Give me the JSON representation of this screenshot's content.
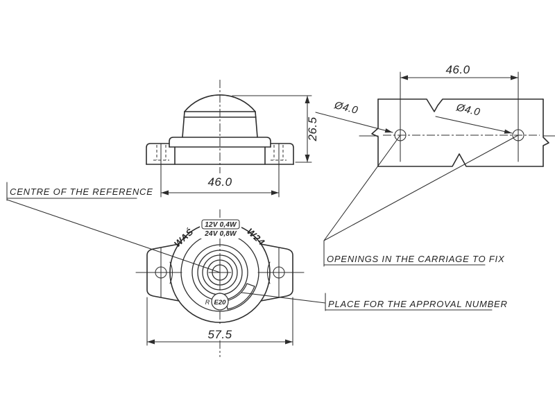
{
  "labels": {
    "centre_of_reference": "CENTRE OF THE REFERENCE",
    "openings": "OPENINGS IN THE CARRIAGE TO FIX",
    "approval_place": "PLACE FOR THE APPROVAL NUMBER"
  },
  "dimensions": {
    "side_view_width": "46.0",
    "side_view_height": "26.5",
    "panel_hole_spacing": "46.0",
    "panel_hole_dia_left": "Ø4.0",
    "panel_hole_dia_right": "Ø4.0",
    "front_view_width": "57.5"
  },
  "lamp_markings": {
    "brand": "WAŚ",
    "bulb": "W24",
    "rating_12v": "12V 0,4W",
    "rating_24v": "24V 0,8W",
    "approval_prefix": "R",
    "approval_mark": "E20"
  },
  "colors": {
    "line": "#2d2d2d",
    "background": "#ffffff"
  }
}
